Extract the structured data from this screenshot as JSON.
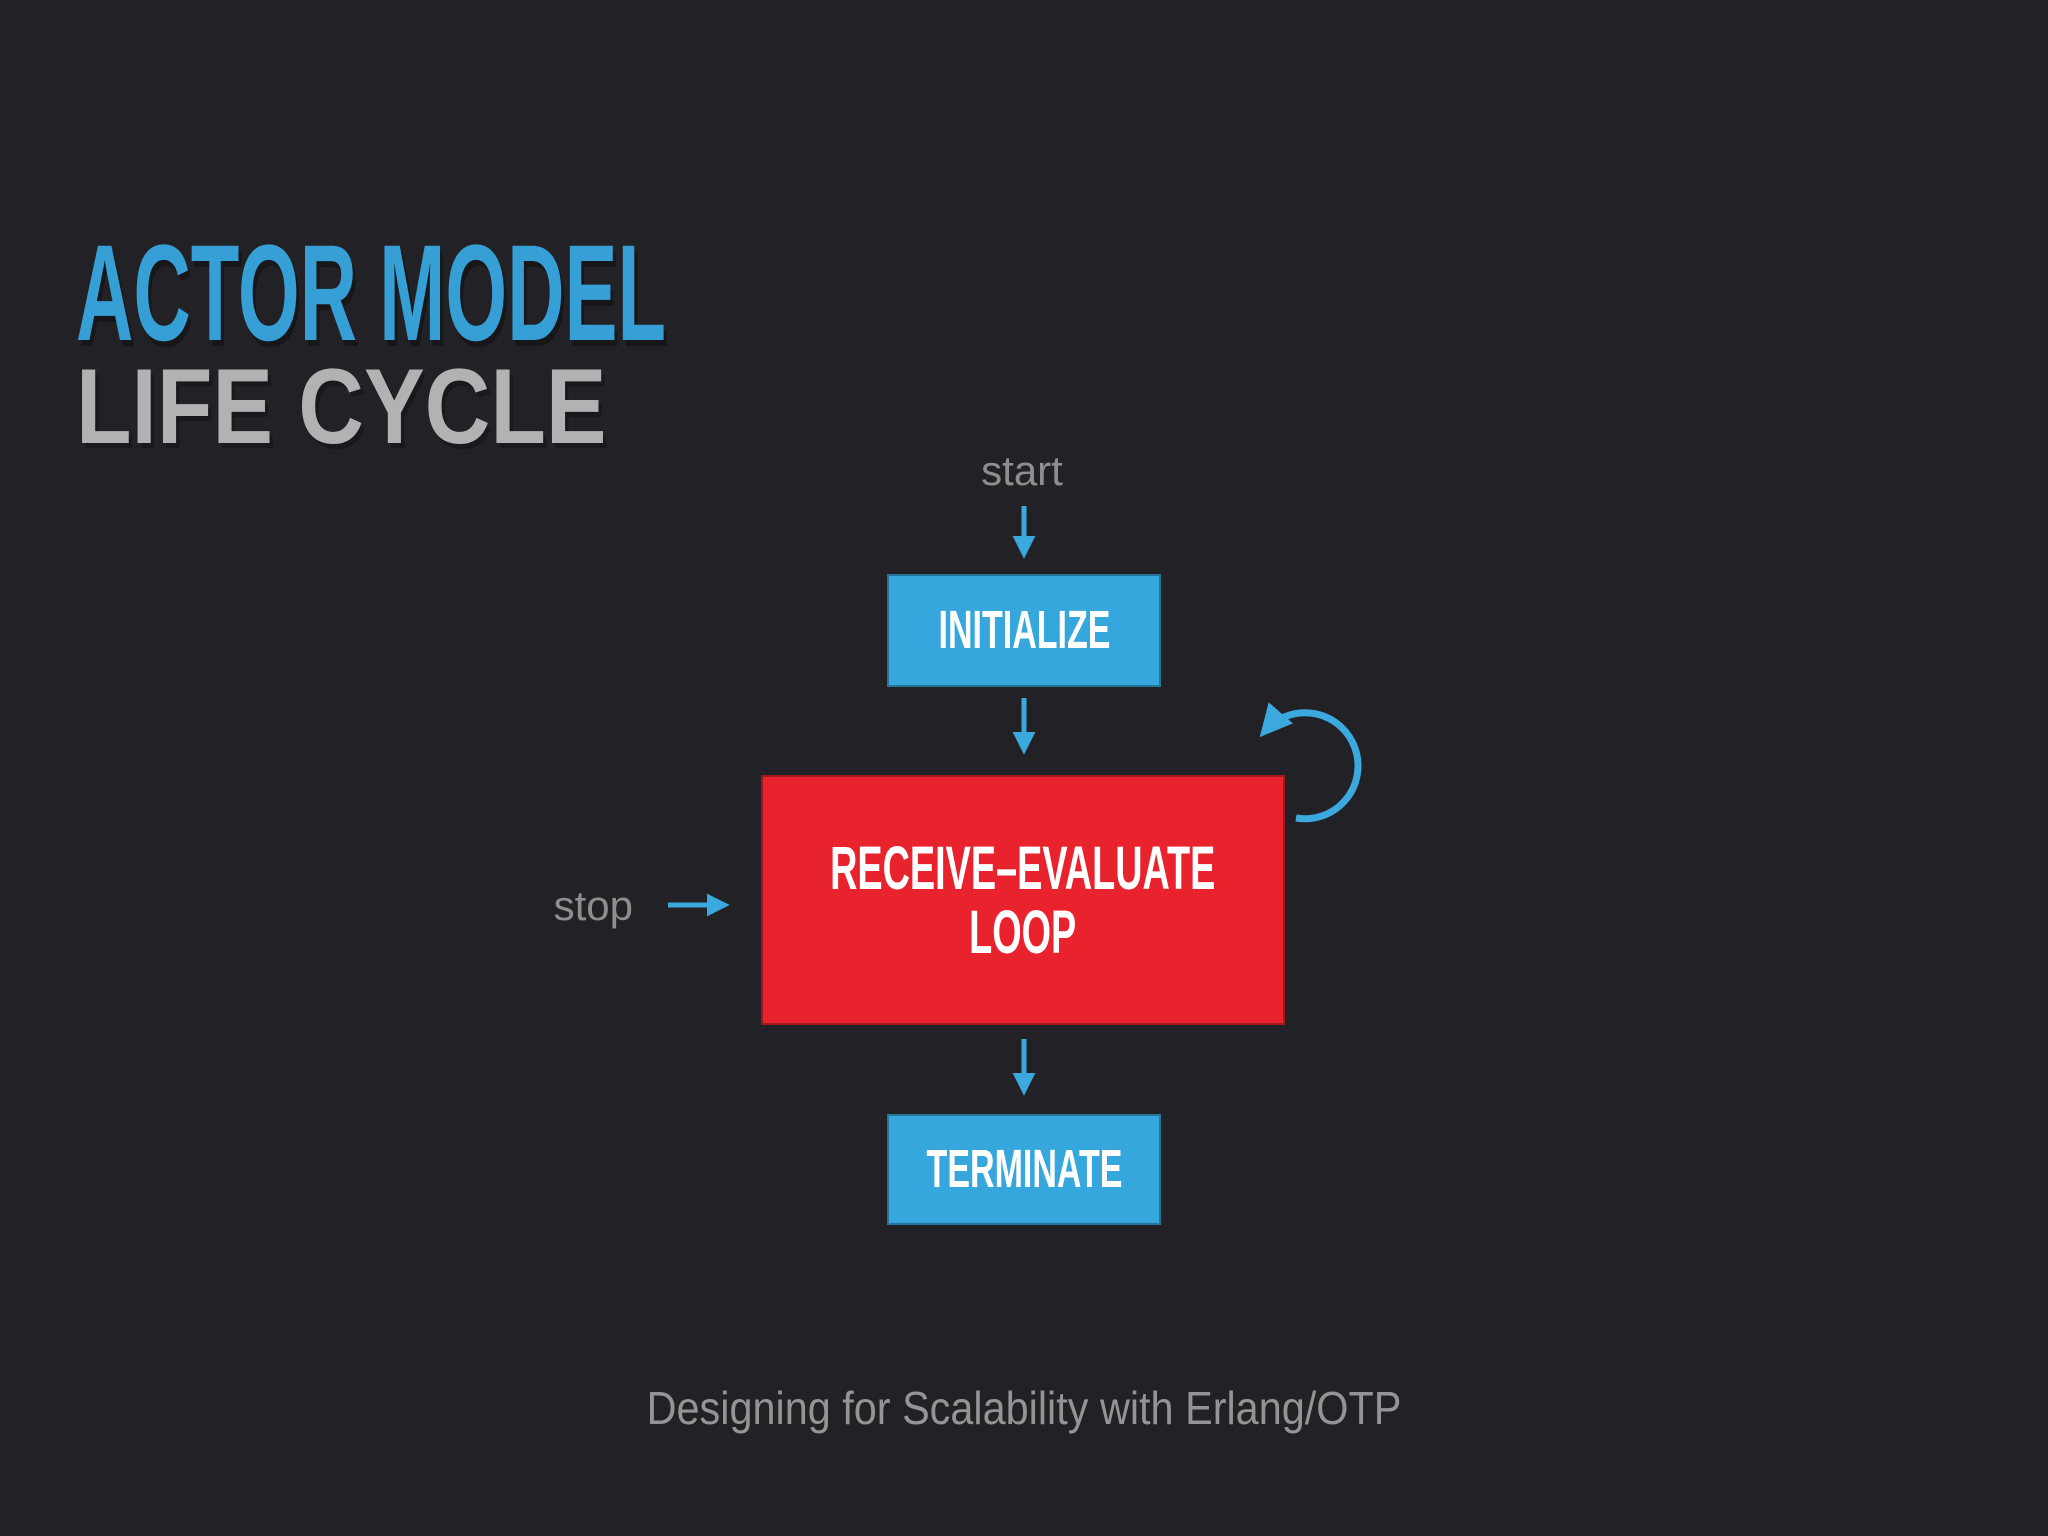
{
  "slide": {
    "title": {
      "line1": "ACTOR MODEL",
      "line2": "LIFE CYCLE"
    },
    "footer": "Designing for Scalability with Erlang/OTP"
  },
  "diagram": {
    "start_label": "start",
    "stop_label": "stop",
    "nodes": {
      "initialize": {
        "label": "INITIALIZE",
        "color": "#35A7DC"
      },
      "receive_evaluate_loop": {
        "line1": "RECEIVE–EVALUATE",
        "line2": "LOOP",
        "color": "#E8232E"
      },
      "terminate": {
        "label": "TERMINATE",
        "color": "#35A7DC"
      }
    },
    "edges": [
      "start -> initialize",
      "initialize -> receive_evaluate_loop",
      "receive_evaluate_loop -> receive_evaluate_loop (self loop)",
      "stop -> receive_evaluate_loop",
      "receive_evaluate_loop -> terminate"
    ]
  },
  "colors": {
    "background": "#222126",
    "accent_blue": "#359FD6",
    "box_blue": "#35A7DC",
    "box_red": "#E8232E",
    "arrow_blue": "#3BA8DE",
    "title_gray": "#B2B2B2",
    "label_gray": "#8E8E8E",
    "footer_gray": "#949494",
    "white": "#FFFFFF"
  }
}
